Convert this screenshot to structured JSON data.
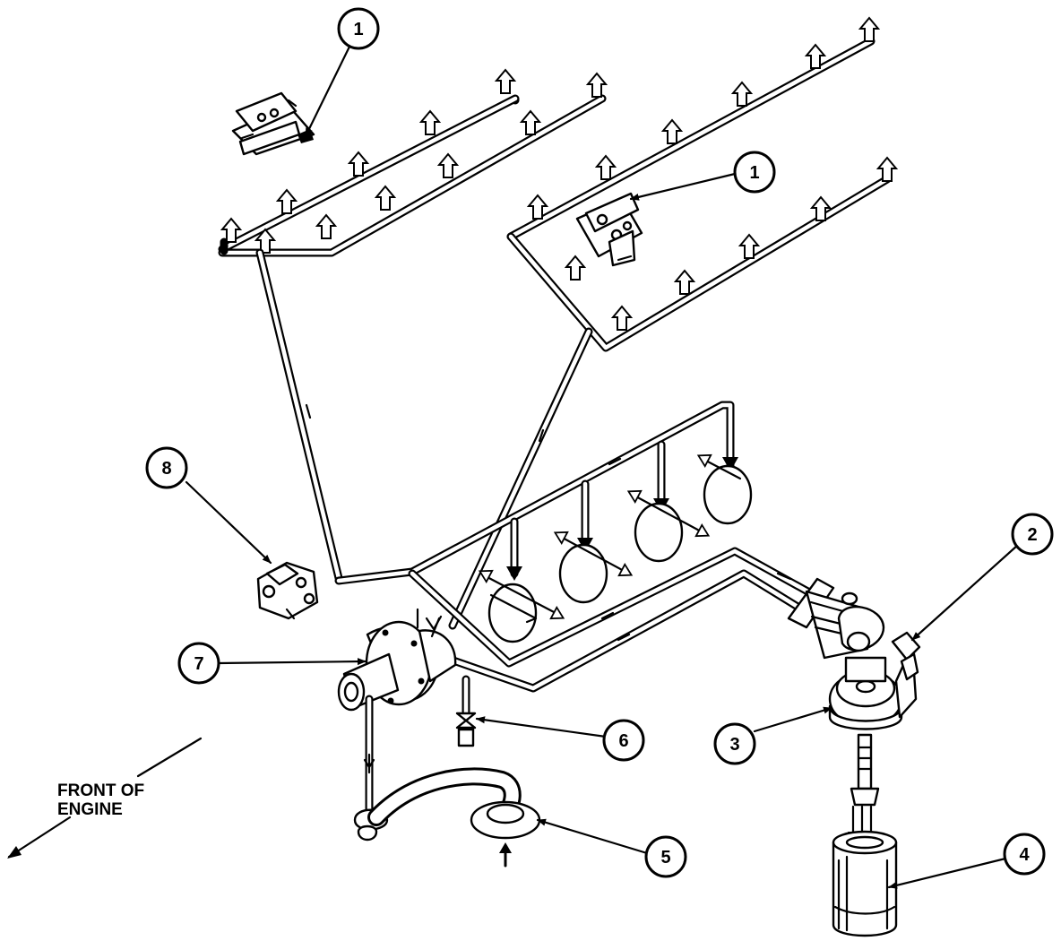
{
  "callouts": [
    {
      "id": "c1a",
      "label": "1"
    },
    {
      "id": "c1b",
      "label": "1"
    },
    {
      "id": "c2",
      "label": "2"
    },
    {
      "id": "c3",
      "label": "3"
    },
    {
      "id": "c4",
      "label": "4"
    },
    {
      "id": "c5",
      "label": "5"
    },
    {
      "id": "c6",
      "label": "6"
    },
    {
      "id": "c7",
      "label": "7"
    },
    {
      "id": "c8",
      "label": "8"
    }
  ],
  "direction_label": {
    "line1": "FRONT OF",
    "line2": "ENGINE"
  }
}
